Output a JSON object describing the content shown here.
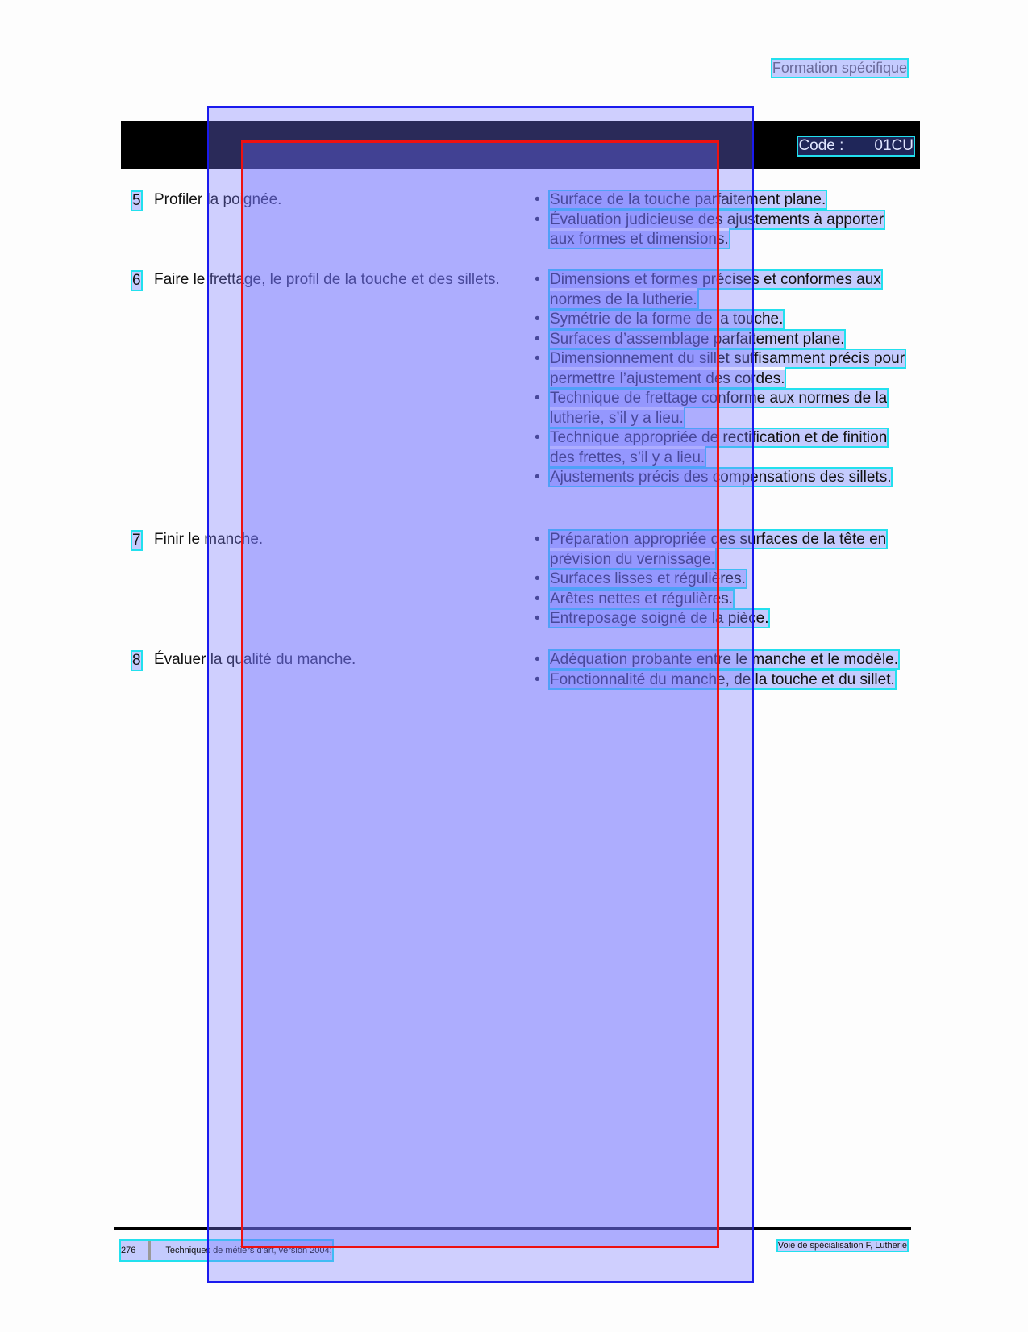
{
  "running_head": "Formation spécifique",
  "header": {
    "code_label": "Code :",
    "code_value": "01CU"
  },
  "rows": [
    {
      "number": "5",
      "step": "Profiler la poignée.",
      "criteria": [
        "Surface de la touche parfaitement plane.",
        "Évaluation judicieuse des ajustements à apporter aux formes et dimensions."
      ]
    },
    {
      "number": "6",
      "step": "Faire le frettage, le profil de la touche et des sillets.",
      "criteria": [
        "Dimensions et formes précises et conformes aux normes de la lutherie.",
        "Symétrie de la forme de la touche.",
        "Surfaces d’assemblage parfaitement plane.",
        "Dimensionnement du sillet suffisamment précis pour permettre l’ajustement des cordes.",
        "Technique de frettage conforme aux normes de la lutherie, s’il y a lieu.",
        "Technique appropriée de rectification et de finition des frettes, s’il y a lieu.",
        "Ajustements précis des compensations des sillets."
      ]
    },
    {
      "number": "7",
      "step": "Finir le manche.",
      "criteria": [
        "Préparation appropriée des surfaces de la tête en prévision du vernissage.",
        "Surfaces lisses et régulières.",
        "Arêtes nettes et régulières.",
        "Entreposage soigné de la pièce."
      ]
    },
    {
      "number": "8",
      "step": "Évaluer la qualité du manche.",
      "criteria": [
        "Adéquation probante entre le manche et le modèle.",
        "Fonctionnalité du manche, de la touche et du sillet."
      ]
    }
  ],
  "footer": {
    "page": "276",
    "left": "Techniques de métiers d'art, version 2004;",
    "right": "Voie de spécialisation F, Lutherie"
  }
}
